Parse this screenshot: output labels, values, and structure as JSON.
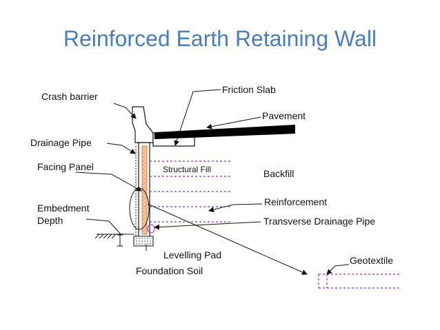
{
  "title": "Reinforced Earth Retaining Wall",
  "labels": {
    "crash_barrier": "Crash barrier",
    "friction_slab": "Friction Slab",
    "pavement": "Pavement",
    "drainage_pipe": "Drainage Pipe",
    "structural_fill": "Structural Fill",
    "backfill": "Backfill",
    "facing_panel": "Facing Panel",
    "reinforcement": "Reinforcement",
    "embedment_depth_line1": "Embedment",
    "embedment_depth_line2": "Depth",
    "transverse_drainage_pipe": "Transverse Drainage Pipe",
    "levelling_pad": "Levelling Pad",
    "foundation_soil": "Foundation Soil",
    "geotextile": "Geotextile"
  },
  "colors": {
    "title": "#4a7ebb",
    "reinforcement": "#8a2be2",
    "facing": "#f2b27a",
    "pavement": "#000000"
  }
}
